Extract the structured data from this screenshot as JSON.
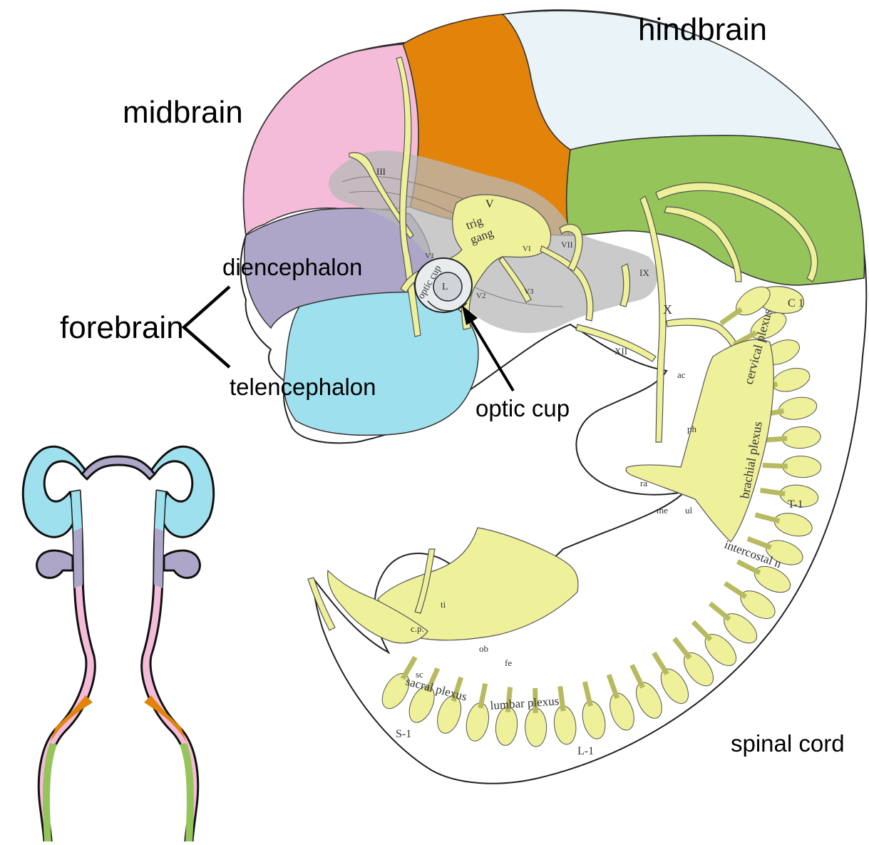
{
  "labels": {
    "hindbrain": "hindbrain",
    "midbrain": "midbrain",
    "diencephalon": "diencephalon",
    "forebrain": "forebrain",
    "telencephalon": "telencephalon",
    "optic_cup": "optic cup",
    "spinal_cord": "spinal cord"
  },
  "drawing_labels": {
    "III": "III",
    "V": "V",
    "trig": "trig",
    "gang": "gang",
    "V1": "V1",
    "V2": "V2",
    "V3": "V3",
    "VI": "VI",
    "VII": "VII",
    "IX": "IX",
    "X": "X",
    "XII": "XII",
    "optic_cup_small": "optic cup",
    "L": "L",
    "C1": "C 1",
    "ac": "ac",
    "cervical_plexus": "cervical plexus",
    "brachial_plexus": "brachial plexus",
    "ph": "ph",
    "ra": "ra",
    "me": "me",
    "ul": "ul",
    "T1": "T-1",
    "intercostal": "intercostal n",
    "ti": "ti",
    "cp": "c.p.",
    "ob": "ob",
    "fe": "fe",
    "sc": "sc",
    "sacral_plexus": "sacral plexus",
    "lumbar_plexus": "lumbar plexus",
    "S1": "S-1",
    "L1": "L-1"
  },
  "colors": {
    "telencephalon": "#9fe0ee",
    "diencephalon": "#aea6c8",
    "midbrain": "#f4bcd8",
    "hindbrain_upper": "#e2830a",
    "hindbrain_pale": "#eaf4f8",
    "hindbrain_lower": "#95c45a",
    "nerves": "#eef09a",
    "outline": "#1a1a1a"
  }
}
